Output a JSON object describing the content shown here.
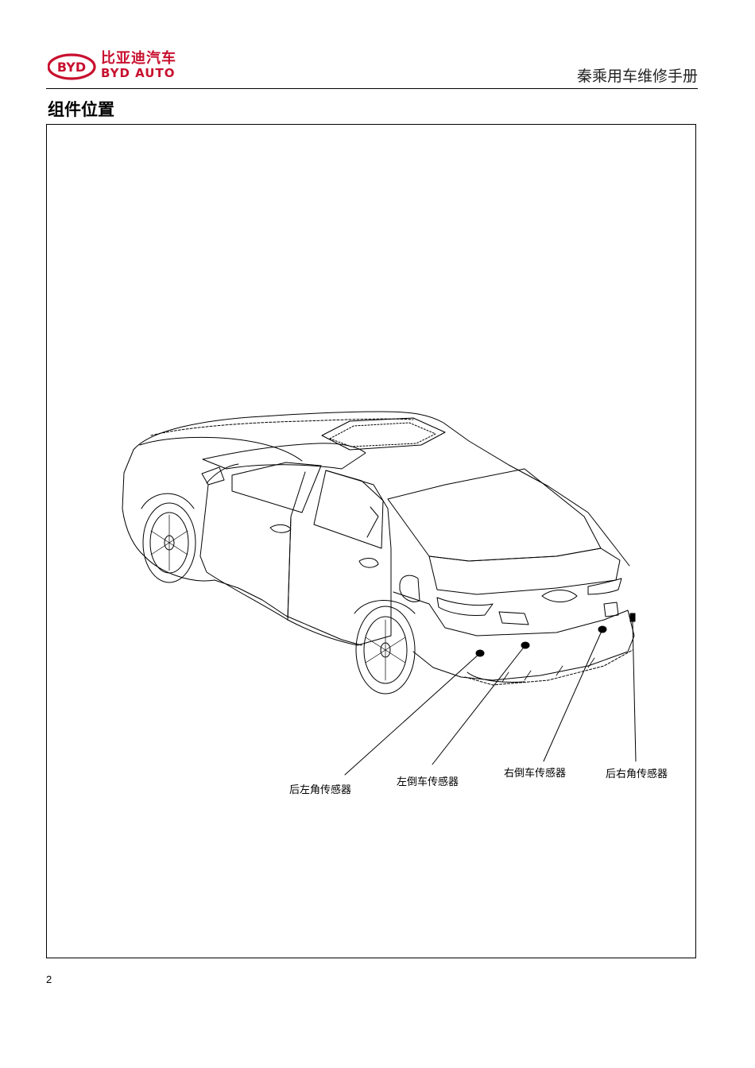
{
  "header": {
    "brand_cn": "比亚迪汽车",
    "brand_en": "BYD AUTO",
    "brand_color": "#c8102e",
    "manual_title": "秦乘用车维修手册"
  },
  "section": {
    "title": "组件位置"
  },
  "figure": {
    "callouts": [
      {
        "label": "后左角传感器"
      },
      {
        "label": "左倒车传感器"
      },
      {
        "label": "右倒车传感器"
      },
      {
        "label": "后右角传感器"
      }
    ]
  },
  "footer": {
    "page_number": "2"
  }
}
